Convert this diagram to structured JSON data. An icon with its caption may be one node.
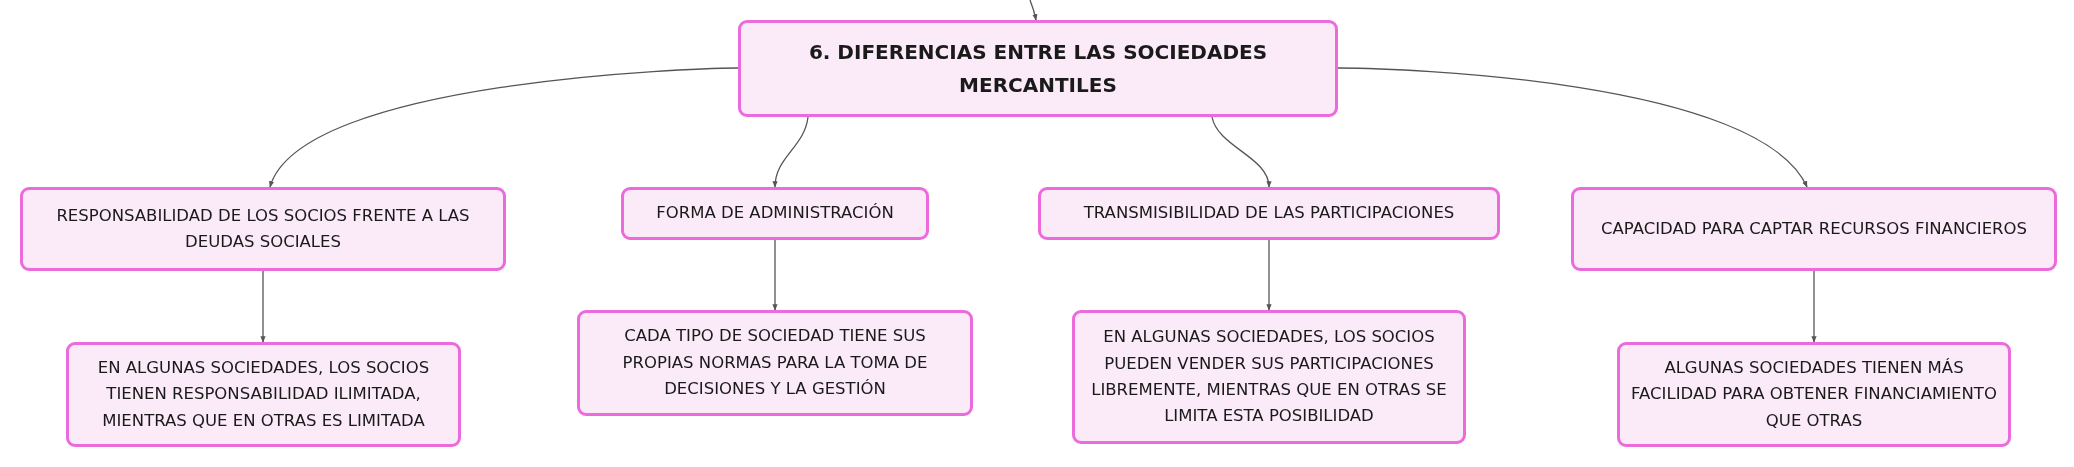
{
  "diagram": {
    "nodes": [
      {
        "text": [
          "6. DIFERENCIAS ENTRE LAS SOCIEDADES MERCANTILES"
        ]
      },
      {
        "text": [
          "RESPONSABILIDAD DE LOS SOCIOS FRENTE A LAS DEUDAS SOCIALES"
        ]
      },
      {
        "text": [
          "FORMA DE ADMINISTRACIÓN"
        ]
      },
      {
        "text": [
          "TRANSMISIBILIDAD DE LAS PARTICIPACIONES"
        ]
      },
      {
        "text": [
          "CAPACIDAD PARA CAPTAR RECURSOS FINANCIEROS"
        ]
      },
      {
        "text": [
          "EN ALGUNAS SOCIEDADES, LOS SOCIOS TIENEN RESPONSABILIDAD ILIMITADA, MIENTRAS QUE EN OTRAS ES LIMITADA"
        ]
      },
      {
        "text": [
          "CADA TIPO DE SOCIEDAD TIENE SUS PROPIAS NORMAS PARA LA TOMA DE DECISIONES Y LA GESTIÓN"
        ]
      },
      {
        "text": [
          "EN ALGUNAS SOCIEDADES, LOS SOCIOS PUEDEN VENDER SUS PARTICIPACIONES LIBREMENTE, MIENTRAS QUE EN OTRAS SE LIMITA ESTA POSIBILIDAD"
        ]
      },
      {
        "text": [
          "ALGUNAS SOCIEDADES TIENEN MÁS FACILIDAD PARA OBTENER FINANCIAMIENTO QUE OTRAS"
        ]
      }
    ],
    "edges": [
      {
        "from": null,
        "to": 0,
        "arrow": "to"
      },
      {
        "from": 0,
        "to": 1,
        "arrow": "to"
      },
      {
        "from": 0,
        "to": 2,
        "arrow": "to"
      },
      {
        "from": 0,
        "to": 3,
        "arrow": "to"
      },
      {
        "from": 0,
        "to": 4,
        "arrow": "to"
      },
      {
        "from": 1,
        "to": 5,
        "arrow": "to"
      },
      {
        "from": 2,
        "to": 6,
        "arrow": "to"
      },
      {
        "from": 3,
        "to": 7,
        "arrow": "to"
      },
      {
        "from": 4,
        "to": 8,
        "arrow": "to"
      }
    ]
  }
}
